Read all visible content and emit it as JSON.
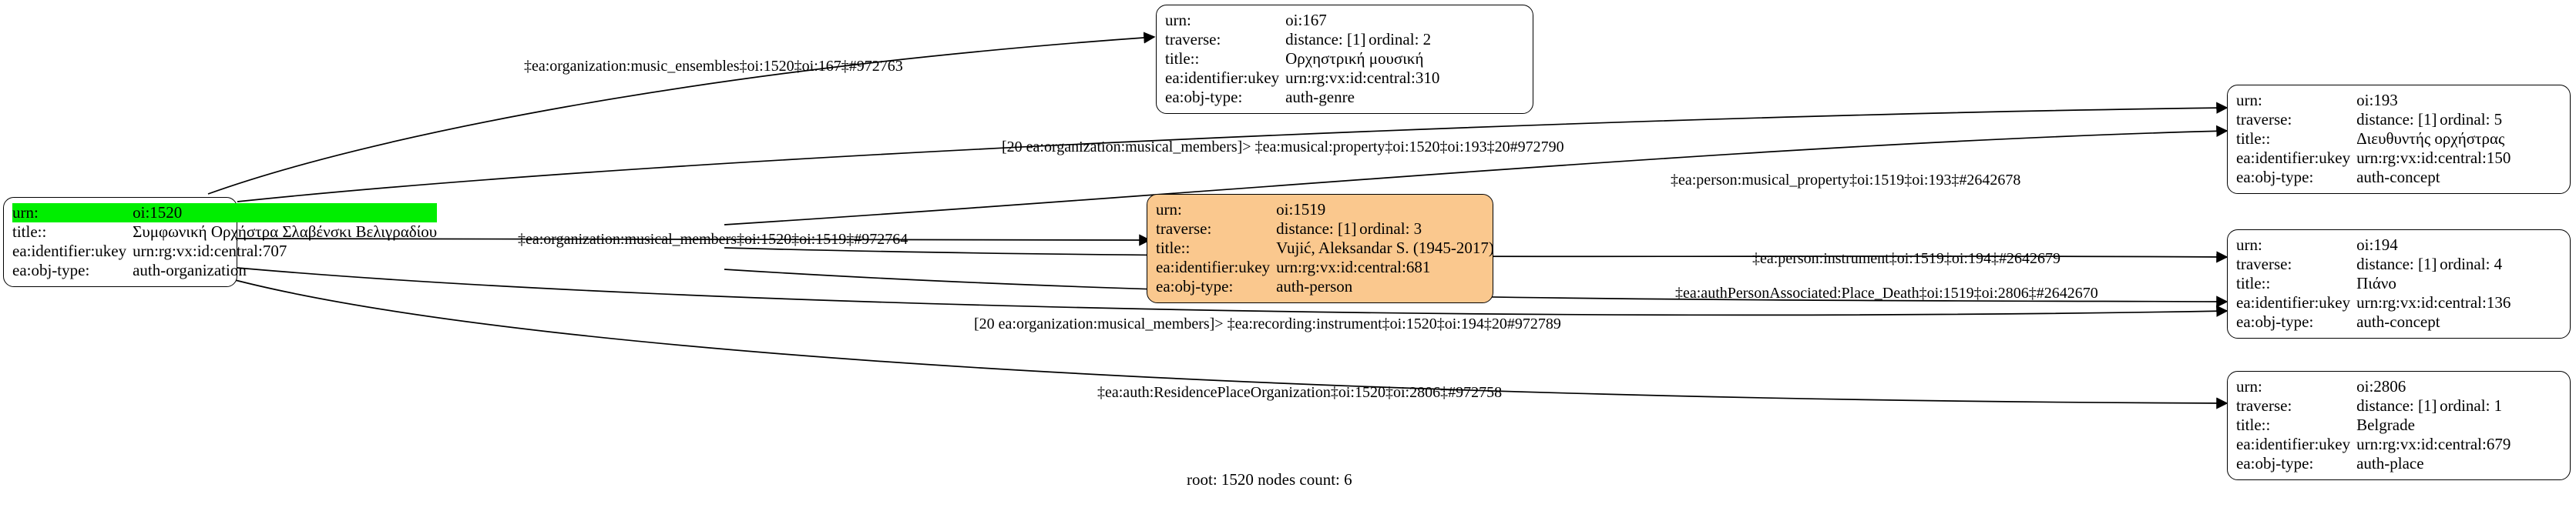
{
  "graph": {
    "footer": "root: 1520 nodes count: 6",
    "field_labels": {
      "urn": "urn:",
      "traverse": "traverse:",
      "title": "title::",
      "ukey": "ea:identifier:ukey",
      "objtype": "ea:obj-type:"
    },
    "colors": {
      "root_highlight": "#00ee00",
      "focus_node": "#fac88e",
      "node_border": "#000000",
      "edge": "#000000",
      "background": "#ffffff"
    },
    "nodes": [
      {
        "id": "oi:167",
        "urn": "oi:167",
        "traverse_distance": "distance: [1]",
        "traverse_ordinal": "ordinal: 2",
        "title": "Ορχηστρική μουσική",
        "ukey": "urn:rg:vx:id:central:310",
        "objtype": "auth-genre"
      },
      {
        "id": "oi:1520",
        "urn": "oi:1520",
        "title": "Συμφωνική Ορχήστρα Σλαβένσκι Βελιγραδίου",
        "ukey": "urn:rg:vx:id:central:707",
        "objtype": "auth-organization"
      },
      {
        "id": "oi:1519",
        "urn": "oi:1519",
        "traverse_distance": "distance: [1]",
        "traverse_ordinal": "ordinal: 3",
        "title": "Vujić, Aleksandar S. (1945-2017)",
        "ukey": "urn:rg:vx:id:central:681",
        "objtype": "auth-person"
      },
      {
        "id": "oi:193",
        "urn": "oi:193",
        "traverse_distance": "distance: [1]",
        "traverse_ordinal": "ordinal: 5",
        "title": "Διευθυντής ορχήστρας",
        "ukey": "urn:rg:vx:id:central:150",
        "objtype": "auth-concept"
      },
      {
        "id": "oi:194",
        "urn": "oi:194",
        "traverse_distance": "distance: [1]",
        "traverse_ordinal": "ordinal: 4",
        "title": "Πιάνο",
        "ukey": "urn:rg:vx:id:central:136",
        "objtype": "auth-concept"
      },
      {
        "id": "oi:2806",
        "urn": "oi:2806",
        "traverse_distance": "distance: [1]",
        "traverse_ordinal": "ordinal: 1",
        "title": "Belgrade",
        "ukey": "urn:rg:vx:id:central:679",
        "objtype": "auth-place"
      }
    ],
    "edges": [
      {
        "id": "e1",
        "label": "‡ea:organization:music_ensembles‡oi:1520‡oi:167‡#972763",
        "from": "oi:1520",
        "to": "oi:167"
      },
      {
        "id": "e2",
        "label": "[20 ea:organization:musical_members]> ‡ea:musical:property‡oi:1520‡oi:193‡20#972790",
        "from": "oi:1520",
        "to": "oi:193"
      },
      {
        "id": "e3",
        "label": "‡ea:person:musical_property‡oi:1519‡oi:193‡#2642678",
        "from": "oi:1519",
        "to": "oi:193"
      },
      {
        "id": "e4",
        "label": "‡ea:organization:musical_members‡oi:1520‡oi:1519‡#972764",
        "from": "oi:1520",
        "to": "oi:1519"
      },
      {
        "id": "e5",
        "label": "‡ea:person:instrument‡oi:1519‡oi:194‡#2642679",
        "from": "oi:1519",
        "to": "oi:194"
      },
      {
        "id": "e6",
        "label": "‡ea:authPersonAssociated:Place_Death‡oi:1519‡oi:2806‡#2642670",
        "from": "oi:1519",
        "to": "oi:2806"
      },
      {
        "id": "e7",
        "label": "[20 ea:organization:musical_members]> ‡ea:recording:instrument‡oi:1520‡oi:194‡20#972789",
        "from": "oi:1520",
        "to": "oi:194"
      },
      {
        "id": "e8",
        "label": "‡ea:auth:ResidencePlaceOrganization‡oi:1520‡oi:2806‡#972758",
        "from": "oi:1520",
        "to": "oi:2806"
      }
    ]
  }
}
